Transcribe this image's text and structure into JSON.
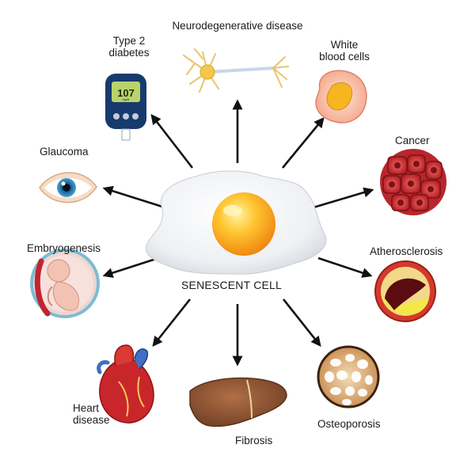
{
  "center_label": "SENESCENT CELL",
  "labels": {
    "neuro": "Neurodegenerative disease",
    "diabetes_1": "Type 2",
    "diabetes_2": "diabetes",
    "wbc_1": "White",
    "wbc_2": "blood cells",
    "cancer": "Cancer",
    "glaucoma": "Glaucoma",
    "embryo": "Embryogenesis",
    "athero": "Atherosclerosis",
    "heart_1": "Heart",
    "heart_2": "disease",
    "fibrosis": "Fibrosis",
    "osteo": "Osteoporosis"
  },
  "meter": {
    "reading": "107",
    "unit": "mg/dl"
  },
  "colors": {
    "arrow": "#111111",
    "yolk": "#f7a51c",
    "white": "#eef0f3"
  },
  "icons": [
    "neuron-icon",
    "glucose-meter-icon",
    "white-blood-cell-icon",
    "cancer-cells-icon",
    "eye-icon",
    "embryo-icon",
    "artery-plaque-icon",
    "heart-icon",
    "liver-icon",
    "bone-tissue-icon",
    "egg-cell-icon"
  ]
}
